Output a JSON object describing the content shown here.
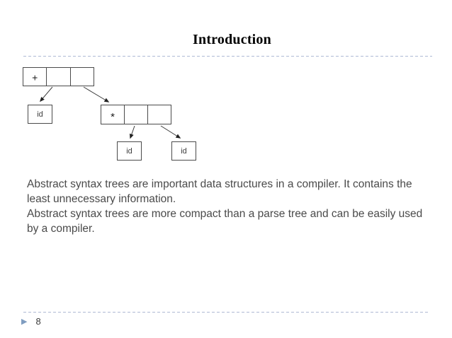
{
  "slide": {
    "title": "Introduction",
    "page_number": "8"
  },
  "body": {
    "lines": [
      "Abstract syntax trees are important data structures in a compiler. It contains the",
      "least unnecessary information.",
      "Abstract syntax trees are more compact than a parse tree and can be easily used",
      "by a compiler."
    ]
  },
  "diagram": {
    "nodes": [
      {
        "name": "root-plus-node",
        "label": "+"
      },
      {
        "name": "left-id-leaf",
        "label": "id"
      },
      {
        "name": "star-node",
        "label": "*"
      },
      {
        "name": "star-left-id-leaf",
        "label": "id"
      },
      {
        "name": "star-right-id-leaf",
        "label": "id"
      }
    ]
  },
  "colors": {
    "divider": "#aeb9d4",
    "page_marker": "#7f9dc0",
    "body_text": "#4a4a4a",
    "title_text": "#000000",
    "box_border": "#4a4a4a",
    "arrow": "#3b3b3b"
  }
}
